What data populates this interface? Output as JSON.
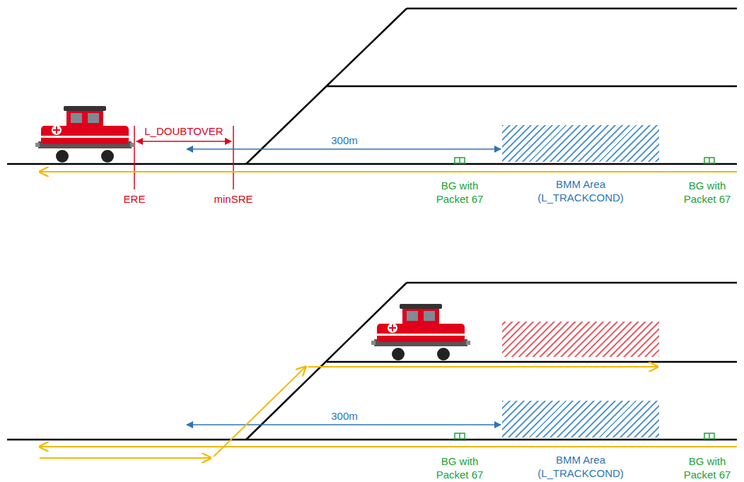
{
  "diagram": {
    "nodes": [
      {
        "text": [
          "BMM Area (L_TRACKCOND)"
        ]
      },
      {
        "text": [
          "BMM Area (L_TRACKCOND)"
        ]
      }
    ],
    "labels": [
      "L_DOUBTOVER",
      "300m",
      "ERE",
      "minSRE",
      "BG with Packet 67",
      "BG with Packet 67",
      "300m",
      "BG with Packet 67",
      "BG with Packet 67"
    ]
  }
}
